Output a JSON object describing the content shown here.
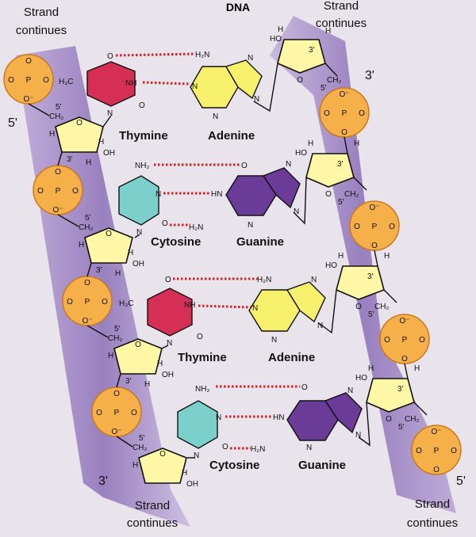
{
  "title": "DNA",
  "strand_labels": {
    "top_left": [
      "Strand",
      "continues"
    ],
    "top_right": [
      "Strand",
      "continues"
    ],
    "bottom_left": [
      "Strand",
      "continues"
    ],
    "bottom_right": [
      "Strand",
      "continues"
    ]
  },
  "end_labels": {
    "left_top": "5'",
    "left_bottom": "3'",
    "right_top": "3'",
    "right_bottom": "5'"
  },
  "base_names": [
    "Thymine",
    "Adenine",
    "Cytosine",
    "Guanine",
    "Thymine",
    "Adenine",
    "Cytosine",
    "Guanine"
  ],
  "phosphate": {
    "center": "P",
    "side_o": "O",
    "top_o": "O",
    "bottom_o": "O⁻",
    "right_top_o": "O⁻"
  },
  "sugar_atoms": {
    "h": "H",
    "oh": "OH",
    "ho": "HO",
    "ch2": "CH₂",
    "c5": "5'",
    "c3": "3'",
    "ring_o": "O"
  },
  "base_atoms": {
    "h3c": "H₃C",
    "nh": "NH",
    "n": "N",
    "o": "O",
    "h2n": "H₂N",
    "nh2": "NH₂",
    "hn": "HN",
    "n_h": "N"
  },
  "colors": {
    "background": "#e9e3ec",
    "strand_ribbon": "#8e72b8",
    "phosphate_fill": "#f6b04a",
    "sugar_fill": "#fff7a6",
    "thymine": "#d62f55",
    "adenine": "#f7f06c",
    "cytosine": "#7cd0cc",
    "guanine": "#6a3b97",
    "h_bond": "#d2232a"
  }
}
